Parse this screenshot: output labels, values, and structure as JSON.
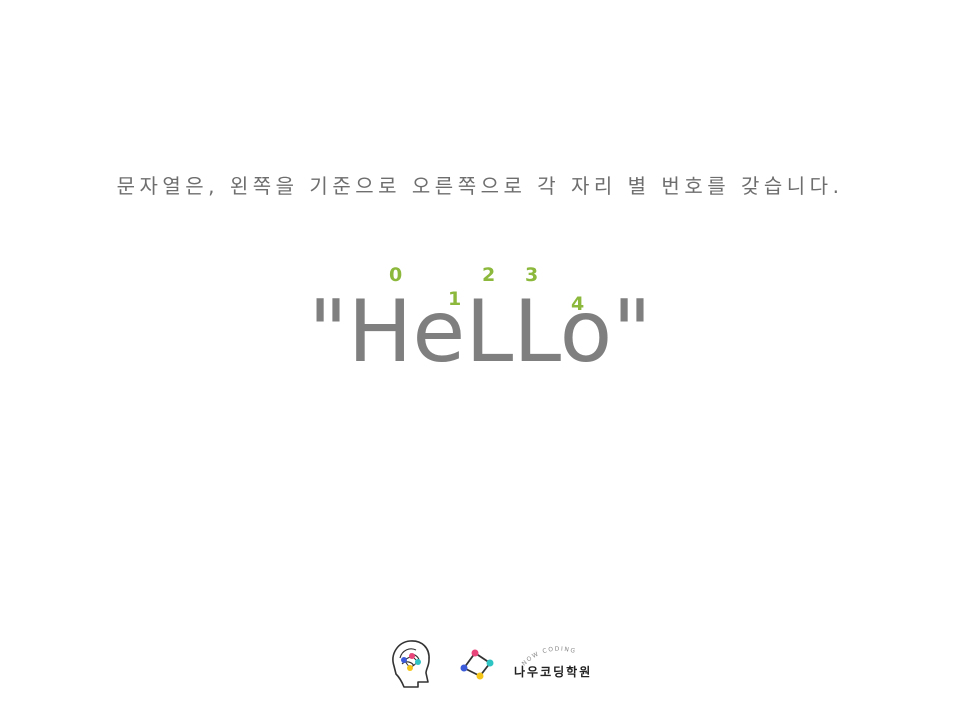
{
  "slide": {
    "subtitle": "문자열은, 왼쪽을 기준으로 오른쪽으로 각 자리 별 번호를 갖습니다.",
    "word": "\"HeLLo\"",
    "indices": [
      "0",
      "1",
      "2",
      "3",
      "4"
    ],
    "accent_color": "#8cb83c",
    "text_color": "#7f7f7f"
  },
  "footer": {
    "brand_name": "나우코딩학원",
    "brand_tagline": "NOW CODING",
    "icons": [
      "head-brain-icon",
      "network-nodes-icon"
    ],
    "node_colors": [
      "#e8457a",
      "#2ec4c4",
      "#f5c518",
      "#3b5bdb"
    ]
  }
}
